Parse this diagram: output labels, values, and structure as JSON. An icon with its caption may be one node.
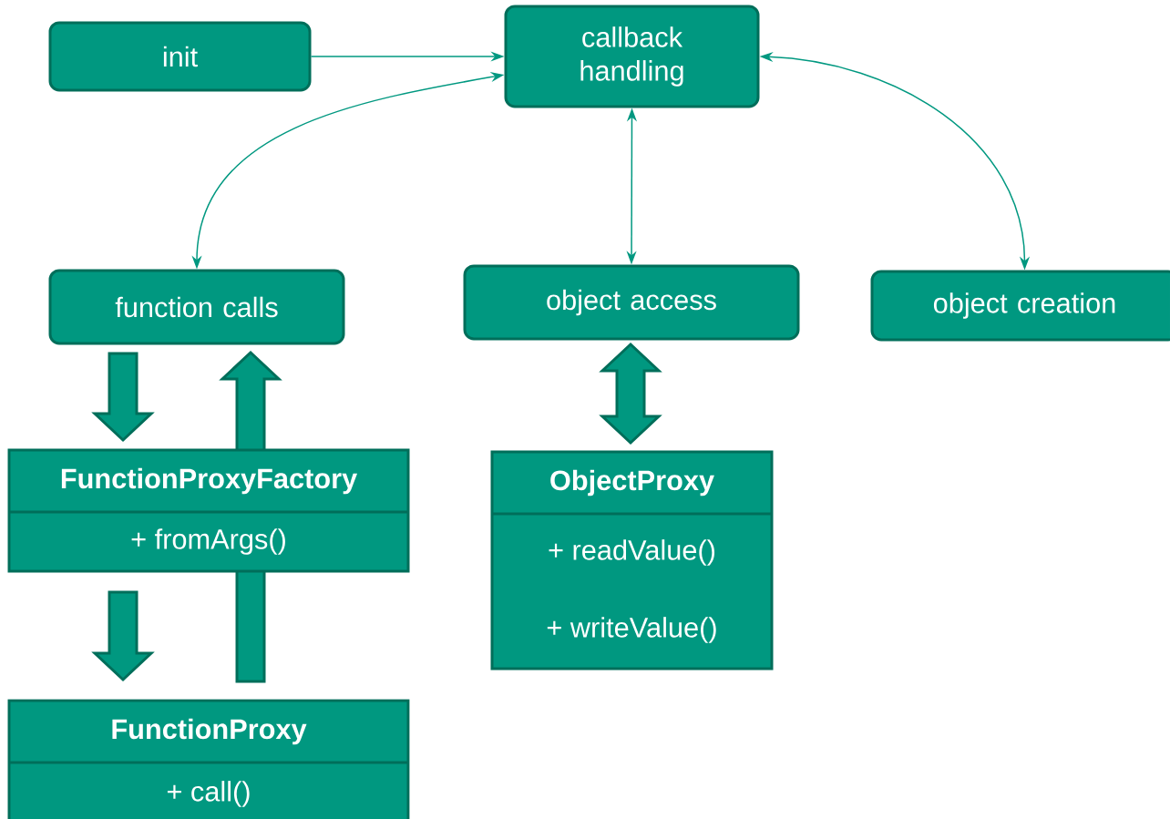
{
  "diagram": {
    "nodes": [
      {
        "text": [
          "init"
        ]
      },
      {
        "text": [
          "callback handling"
        ]
      },
      {
        "text": [
          "function calls"
        ]
      },
      {
        "text": [
          "object access"
        ]
      },
      {
        "text": [
          "object creation"
        ]
      },
      {
        "text": [
          "FunctionProxyFactory",
          "+ fromArgs()"
        ]
      },
      {
        "text": [
          "ObjectProxy",
          "+ readValue()",
          "+ writeValue()"
        ]
      },
      {
        "text": [
          "FunctionProxy",
          "+ call()"
        ]
      }
    ],
    "edges": [
      {
        "from": 0,
        "to": 1,
        "arrow": "to"
      },
      {
        "from": 1,
        "to": 2,
        "arrow": "both"
      },
      {
        "from": 1,
        "to": 3,
        "arrow": "both"
      },
      {
        "from": 1,
        "to": 4,
        "arrow": "both"
      },
      {
        "from": 2,
        "to": 5,
        "arrow": "to",
        "style": "thick"
      },
      {
        "from": 7,
        "to": 2,
        "arrow": "to",
        "style": "thick"
      },
      {
        "from": 5,
        "to": 7,
        "arrow": "to",
        "style": "thick"
      },
      {
        "from": 3,
        "to": 6,
        "arrow": "both",
        "style": "thick"
      }
    ]
  }
}
